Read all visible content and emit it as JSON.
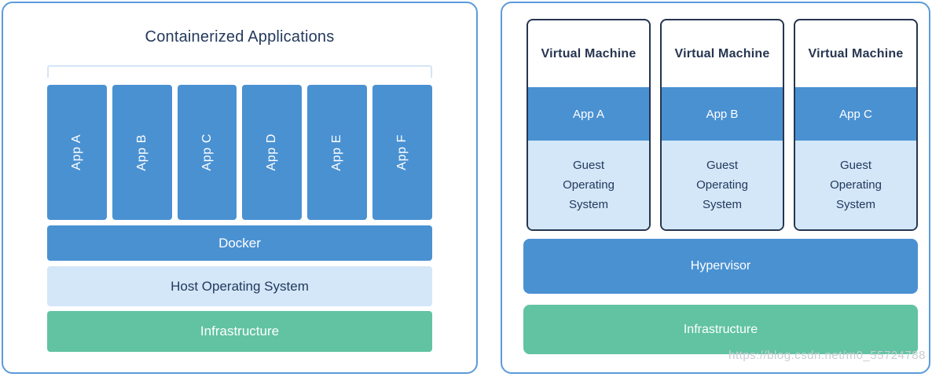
{
  "left_panel": {
    "title": "Containerized Applications",
    "apps": [
      "App A",
      "App B",
      "App C",
      "App D",
      "App E",
      "App F"
    ],
    "docker_label": "Docker",
    "host_os_label": "Host Operating System",
    "infrastructure_label": "Infrastructure"
  },
  "right_panel": {
    "vms": [
      {
        "title": "Virtual Machine",
        "app": "App A",
        "guest_os": "Guest Operating System"
      },
      {
        "title": "Virtual Machine",
        "app": "App B",
        "guest_os": "Guest Operating System"
      },
      {
        "title": "Virtual Machine",
        "app": "App C",
        "guest_os": "Guest Operating System"
      }
    ],
    "hypervisor_label": "Hypervisor",
    "infrastructure_label": "Infrastructure"
  },
  "watermark": "https://blog.csdn.net/m0_55724788",
  "colors": {
    "blue": "#4a91d2",
    "light_blue": "#d3e7f8",
    "green": "#61c3a2",
    "panel_border": "#5b9bd9",
    "vm_border": "#263550",
    "dark_text": "#24395c",
    "bracket": "#d4e5f5",
    "watermark": "#c9cdd2"
  }
}
